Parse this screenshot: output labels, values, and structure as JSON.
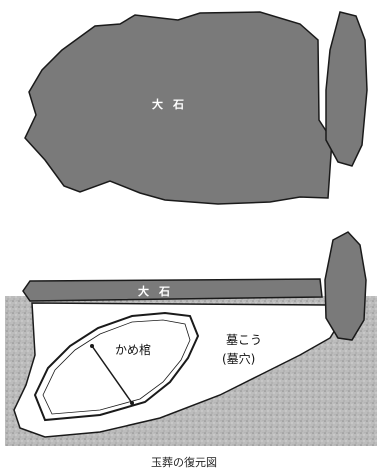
{
  "top_view": {
    "stone_label": "大石"
  },
  "section_view": {
    "stone_label": "大石",
    "jar_coffin_label": "かめ棺",
    "grave_pit_label": "墓こう",
    "grave_pit_note": "(墓穴)"
  },
  "caption": "玉葬の復元図",
  "colors": {
    "stone_fill": "#7a7a7a",
    "stone_outline": "#1a1a1a",
    "soil_fill": "#b8b8b8",
    "pit_fill": "#ffffff"
  }
}
